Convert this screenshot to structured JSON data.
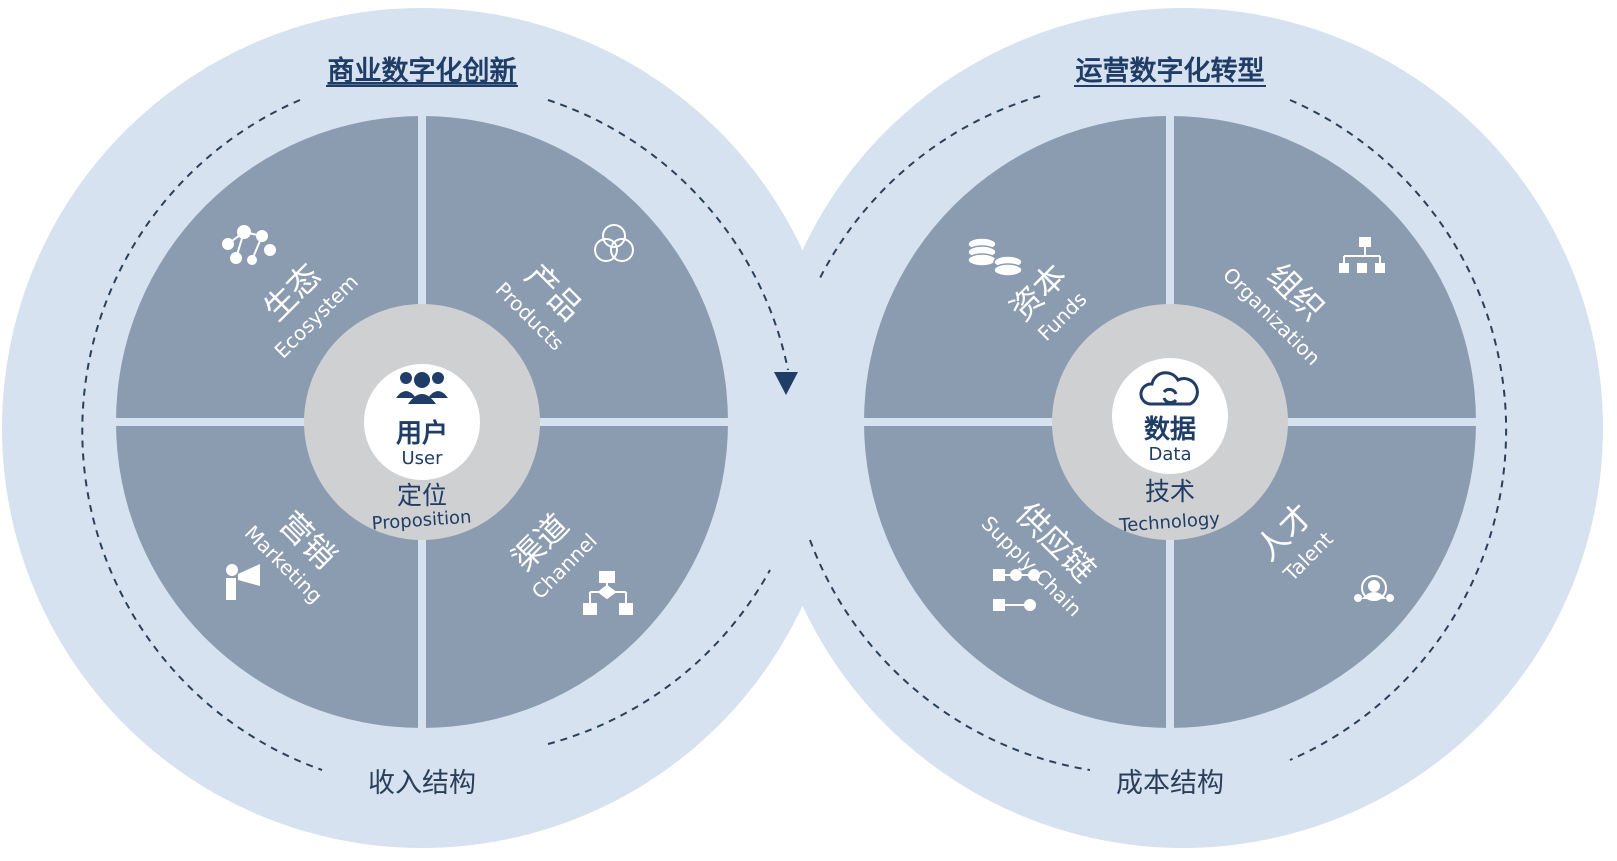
{
  "colors": {
    "outer_ring": "#d6e2ef",
    "quadrant": "#8b9bb0",
    "center_ring": "#cfd0d2",
    "center_core": "#ffffff",
    "navy": "#1f3d66",
    "dash": "#2c3f5a",
    "white": "#ffffff"
  },
  "left_cycle": {
    "title": "商业数字化创新",
    "bottom_label": "收入结构",
    "center": {
      "zh": "用户",
      "en": "User",
      "ring_zh": "定位",
      "ring_en": "Proposition",
      "icon": "users-icon"
    },
    "quadrants": [
      {
        "zh": "生态",
        "en": "Ecosystem",
        "icon": "network-icon"
      },
      {
        "zh": "产品",
        "en": "Products",
        "icon": "venn-icon"
      },
      {
        "zh": "营销",
        "en": "Marketing",
        "icon": "megaphone-icon"
      },
      {
        "zh": "渠道",
        "en": "Channel",
        "icon": "flowchart-icon"
      }
    ]
  },
  "right_cycle": {
    "title": "运营数字化转型",
    "bottom_label": "成本结构",
    "center": {
      "zh": "数据",
      "en": "Data",
      "ring_zh": "技术",
      "ring_en": "Technology",
      "icon": "cloud-sync-icon"
    },
    "quadrants": [
      {
        "zh": "资本",
        "en": "Funds",
        "icon": "coins-icon"
      },
      {
        "zh": "组织",
        "en": "Organization",
        "icon": "org-chart-icon"
      },
      {
        "zh": "供应链",
        "en": "Supply Chain",
        "icon": "process-icon"
      },
      {
        "zh": "人才",
        "en": "Talent",
        "icon": "talent-icon"
      }
    ]
  }
}
